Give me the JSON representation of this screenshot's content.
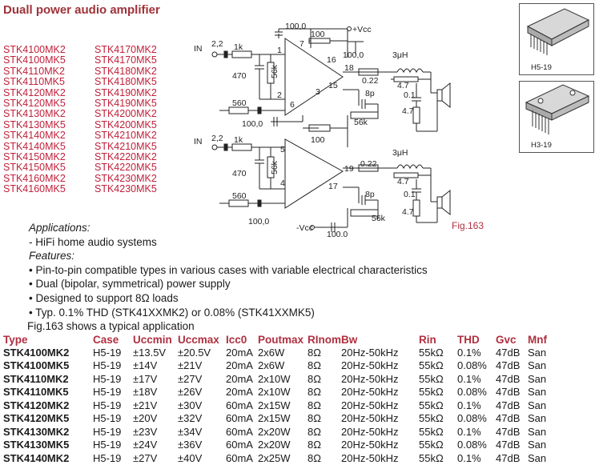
{
  "title": "Duall power audio amplifier",
  "models_col1": [
    "STK4100MK2",
    "STK4100MK5",
    "STK4110MK2",
    "STK4110MK5",
    "STK4120MK2",
    "STK4120MK5",
    "STK4130MK2",
    "STK4130MK5",
    "STK4140MK2",
    "STK4140MK5",
    "STK4150MK2",
    "STK4150MK5",
    "STK4160MK2",
    "STK4160MK5"
  ],
  "models_col2": [
    "STK4170MK2",
    "STK4170MK5",
    "STK4180MK2",
    "STK4180MK5",
    "STK4190MK2",
    "STK4190MK5",
    "STK4200MK2",
    "STK4200MK5",
    "STK4210MK2",
    "STK4210MK5",
    "STK4220MK2",
    "STK4220MK5",
    "STK4230MK2",
    "STK4230MK5"
  ],
  "schematic": {
    "in1": "IN",
    "in2": "IN",
    "r22a": "2,2",
    "r22b": "2,2",
    "r1ka": "1k",
    "r1kb": "1k",
    "r470a": "470",
    "r470b": "470",
    "r56ka": "56k",
    "r56kb": "56k",
    "c100top": "100,0",
    "r100top": "100",
    "vcc": "+Vcc",
    "c100right": "100,0",
    "p7": "7",
    "p16": "16",
    "p18": "18",
    "p15": "15",
    "p3": "3",
    "p1": "1",
    "p2": "2",
    "p6": "6",
    "p5": "5",
    "p4": "4",
    "p19": "19",
    "p17": "17",
    "r560a": "560",
    "r560b": "560",
    "c100a": "100,0",
    "c100b": "100,0",
    "r100mid": "100",
    "r022a": "0.22",
    "r022b": "0.22",
    "l3uha": "3μH",
    "l3uhb": "3μH",
    "r47a": "4.7",
    "r47b": "4.7",
    "r47c": "4.7",
    "r47d": "4.7",
    "c01a": "0.1",
    "c01b": "0.1",
    "c8pa": "8p",
    "c8pb": "8p",
    "r56kc": "56k",
    "r56kd": "56k",
    "vcc_neg": "-Vcc",
    "c100neg": "100,0",
    "fig": "Fig.163"
  },
  "packages": [
    {
      "label": "H5-19"
    },
    {
      "label": "H3-19"
    }
  ],
  "text": {
    "applications_label": "Applications:",
    "applications_item": "- HiFi home audio systems",
    "features_label": "Features:",
    "features": [
      "• Pin-to-pin compatible types in various cases with variable electrical characteristics",
      "• Dual (bipolar, symmetrical) power supply",
      "• Designed to support 8Ω loads",
      "• Typ. 0.1% THD (STK41XXMK2) or 0.08% (STK41XXMK5)"
    ],
    "fig_line": "Fig.163 shows a typical application"
  },
  "table": {
    "headers": [
      "Type",
      "Case",
      "Uccmin",
      "Uccmax",
      "Icc0",
      "Poutmax",
      "RInom",
      "Bw",
      "Rin",
      "THD",
      "Gvc",
      "Mnf"
    ],
    "rows": [
      [
        "STK4100MK2",
        "H5-19",
        "±13.5V",
        "±20.5V",
        "20mA",
        "2x6W",
        "8Ω",
        "20Hz-50kHz",
        "55kΩ",
        "0.1%",
        "47dB",
        "San"
      ],
      [
        "STK4100MK5",
        "H5-19",
        "±14V",
        "±21V",
        "20mA",
        "2x6W",
        "8Ω",
        "20Hz-50kHz",
        "55kΩ",
        "0.08%",
        "47dB",
        "San"
      ],
      [
        "STK4110MK2",
        "H5-19",
        "±17V",
        "±27V",
        "20mA",
        "2x10W",
        "8Ω",
        "20Hz-50kHz",
        "55kΩ",
        "0.1%",
        "47dB",
        "San"
      ],
      [
        "STK4110MK5",
        "H5-19",
        "±18V",
        "±26V",
        "20mA",
        "2x10W",
        "8Ω",
        "20Hz-50kHz",
        "55kΩ",
        "0.08%",
        "47dB",
        "San"
      ],
      [
        "STK4120MK2",
        "H5-19",
        "±21V",
        "±30V",
        "60mA",
        "2x15W",
        "8Ω",
        "20Hz-50kHz",
        "55kΩ",
        "0.1%",
        "47dB",
        "San"
      ],
      [
        "STK4120MK5",
        "H5-19",
        "±20V",
        "±32V",
        "60mA",
        "2x15W",
        "8Ω",
        "20Hz-50kHz",
        "55kΩ",
        "0.08%",
        "47dB",
        "San"
      ],
      [
        "STK4130MK2",
        "H5-19",
        "±23V",
        "±34V",
        "60mA",
        "2x20W",
        "8Ω",
        "20Hz-50kHz",
        "55kΩ",
        "0.1%",
        "47dB",
        "San"
      ],
      [
        "STK4130MK5",
        "H5-19",
        "±24V",
        "±36V",
        "60mA",
        "2x20W",
        "8Ω",
        "20Hz-50kHz",
        "55kΩ",
        "0.08%",
        "47dB",
        "San"
      ],
      [
        "STK4140MK2",
        "H5-19",
        "±27V",
        "±40V",
        "60mA",
        "2x25W",
        "8Ω",
        "20Hz-50kHz",
        "55kΩ",
        "0.1%",
        "47dB",
        "San"
      ]
    ]
  }
}
